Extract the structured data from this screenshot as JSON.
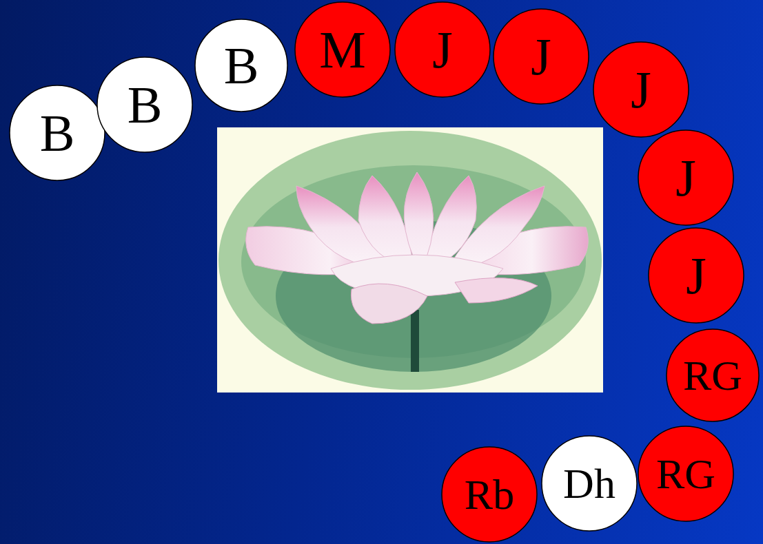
{
  "diagram": {
    "nodes": [
      {
        "text": [
          "B"
        ]
      },
      {
        "text": [
          "B"
        ]
      },
      {
        "text": [
          "B"
        ]
      },
      {
        "text": [
          "M"
        ]
      },
      {
        "text": [
          "J"
        ]
      },
      {
        "text": [
          "J"
        ]
      },
      {
        "text": [
          "J"
        ]
      },
      {
        "text": [
          "J"
        ]
      },
      {
        "text": [
          "J"
        ]
      },
      {
        "text": [
          "RG"
        ]
      },
      {
        "text": [
          "RG"
        ]
      },
      {
        "text": [
          "Dh"
        ]
      },
      {
        "text": [
          "Rb"
        ]
      }
    ]
  }
}
